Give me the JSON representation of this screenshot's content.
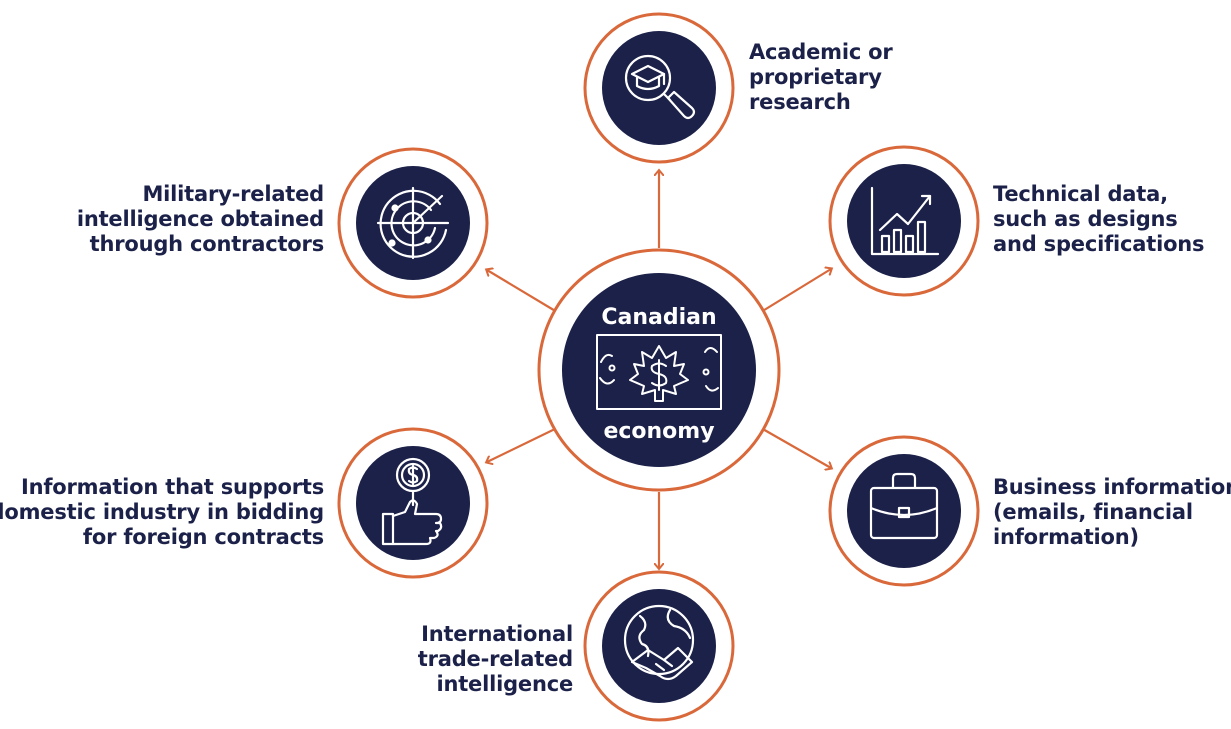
{
  "center": {
    "title_top": "Canadian",
    "title_bottom": "economy"
  },
  "nodes": [
    {
      "id": "academic-research",
      "icon": "graduation-cap-magnifier-icon",
      "label_lines": [
        "Academic or",
        "proprietary",
        "research"
      ]
    },
    {
      "id": "technical-data",
      "icon": "growth-chart-icon",
      "label_lines": [
        "Technical data,",
        "such as designs",
        "and specifications"
      ]
    },
    {
      "id": "business-information",
      "icon": "briefcase-icon",
      "label_lines": [
        "Business information",
        "(emails, financial",
        "information)"
      ]
    },
    {
      "id": "international-trade",
      "icon": "globe-handshake-icon",
      "label_lines": [
        "International",
        "trade-related",
        "intelligence"
      ]
    },
    {
      "id": "domestic-industry",
      "icon": "hand-coin-magnifier-icon",
      "label_lines": [
        "Information that supports",
        "domestic industry in bidding",
        "for foreign contracts"
      ]
    },
    {
      "id": "military-intelligence",
      "icon": "radar-icon",
      "label_lines": [
        "Military-related",
        "intelligence obtained",
        "through contractors"
      ]
    }
  ],
  "colors": {
    "navy": "#1b2148",
    "orange": "#d9683a",
    "white": "#ffffff"
  }
}
